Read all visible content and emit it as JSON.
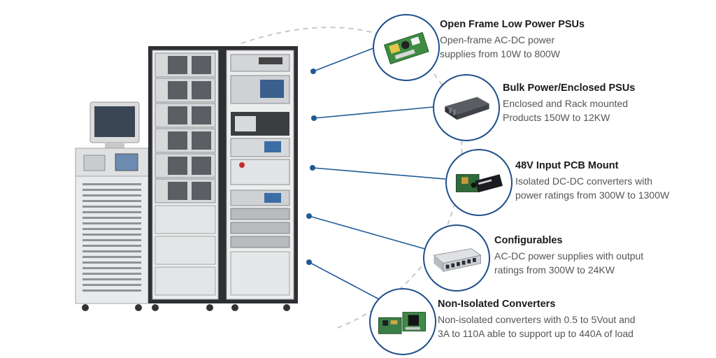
{
  "colors": {
    "accent": "#1f5a96",
    "title_text": "#1a1a1a",
    "desc_text": "#555555",
    "dashed_arc": "#c8c8c8"
  },
  "categories": [
    {
      "title": "Open Frame Low Power PSUs",
      "desc_line1": "Open-frame AC-DC power",
      "desc_line2": "supplies from 10W to 800W",
      "icon": "open-frame-psu-board"
    },
    {
      "title": "Bulk Power/Enclosed PSUs",
      "desc_line1": "Enclosed and Rack mounted",
      "desc_line2": "Products 150W to 12KW",
      "icon": "enclosed-psu-box"
    },
    {
      "title": "48V Input PCB Mount",
      "desc_line1": "Isolated DC-DC converters with",
      "desc_line2": "power ratings from 300W to 1300W",
      "icon": "pcb-mount-module"
    },
    {
      "title": "Configurables",
      "desc_line1": "AC-DC power supplies with output",
      "desc_line2": "ratings from 300W to 24KW",
      "icon": "configurable-psu-chassis"
    },
    {
      "title": "Non-Isolated Converters",
      "desc_line1": "Non-isolated converters with 0.5 to 5Vout and",
      "desc_line2": "3A to 110A able to support up to 440A of load",
      "icon": "non-isolated-converter-board"
    }
  ]
}
